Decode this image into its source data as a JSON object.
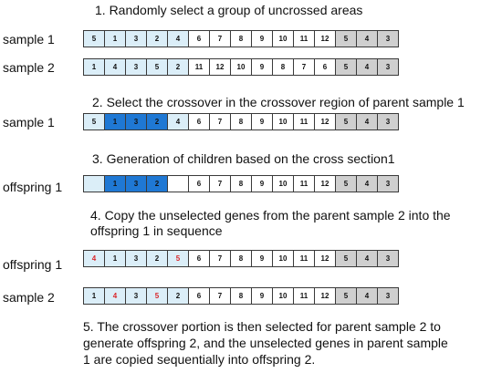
{
  "steps": {
    "s1": "1. Randomly select a group of uncrossed areas",
    "s2": "2. Select the crossover in the crossover region of parent sample 1",
    "s3": "3. Generation of children based on the cross section1",
    "s4": [
      "4. Copy the unselected genes from the parent sample 2 into the",
      "offspring 1 in sequence"
    ],
    "s5": [
      "5. The crossover portion is then selected for parent sample 2 to",
      "generate offspring 2, and the unselected genes in parent sample",
      "1 are copied sequentially into offspring 2."
    ]
  },
  "rows": [
    {
      "label": "sample 1",
      "cells": [
        {
          "v": "5",
          "bg": "light",
          "fg": "black"
        },
        {
          "v": "1",
          "bg": "light",
          "fg": "black"
        },
        {
          "v": "3",
          "bg": "light",
          "fg": "black"
        },
        {
          "v": "2",
          "bg": "light",
          "fg": "black"
        },
        {
          "v": "4",
          "bg": "light",
          "fg": "black"
        },
        {
          "v": "6",
          "bg": "white",
          "fg": "black"
        },
        {
          "v": "7",
          "bg": "white",
          "fg": "black"
        },
        {
          "v": "8",
          "bg": "white",
          "fg": "black"
        },
        {
          "v": "9",
          "bg": "white",
          "fg": "black"
        },
        {
          "v": "10",
          "bg": "white",
          "fg": "black"
        },
        {
          "v": "11",
          "bg": "white",
          "fg": "black"
        },
        {
          "v": "12",
          "bg": "white",
          "fg": "black"
        },
        {
          "v": "5",
          "bg": "gray",
          "fg": "black"
        },
        {
          "v": "4",
          "bg": "gray",
          "fg": "black"
        },
        {
          "v": "3",
          "bg": "gray",
          "fg": "black"
        }
      ]
    },
    {
      "label": "sample 2",
      "cells": [
        {
          "v": "1",
          "bg": "light",
          "fg": "black"
        },
        {
          "v": "4",
          "bg": "light",
          "fg": "black"
        },
        {
          "v": "3",
          "bg": "light",
          "fg": "black"
        },
        {
          "v": "5",
          "bg": "light",
          "fg": "black"
        },
        {
          "v": "2",
          "bg": "light",
          "fg": "black"
        },
        {
          "v": "11",
          "bg": "white",
          "fg": "black"
        },
        {
          "v": "12",
          "bg": "white",
          "fg": "black"
        },
        {
          "v": "10",
          "bg": "white",
          "fg": "black"
        },
        {
          "v": "9",
          "bg": "white",
          "fg": "black"
        },
        {
          "v": "8",
          "bg": "white",
          "fg": "black"
        },
        {
          "v": "7",
          "bg": "white",
          "fg": "black"
        },
        {
          "v": "6",
          "bg": "white",
          "fg": "black"
        },
        {
          "v": "5",
          "bg": "gray",
          "fg": "black"
        },
        {
          "v": "4",
          "bg": "gray",
          "fg": "black"
        },
        {
          "v": "3",
          "bg": "gray",
          "fg": "black"
        }
      ]
    },
    {
      "label": "sample 1",
      "cells": [
        {
          "v": "5",
          "bg": "light",
          "fg": "black"
        },
        {
          "v": "1",
          "bg": "blue",
          "fg": "black"
        },
        {
          "v": "3",
          "bg": "blue",
          "fg": "black"
        },
        {
          "v": "2",
          "bg": "blue",
          "fg": "black"
        },
        {
          "v": "4",
          "bg": "light",
          "fg": "black"
        },
        {
          "v": "6",
          "bg": "white",
          "fg": "black"
        },
        {
          "v": "7",
          "bg": "white",
          "fg": "black"
        },
        {
          "v": "8",
          "bg": "white",
          "fg": "black"
        },
        {
          "v": "9",
          "bg": "white",
          "fg": "black"
        },
        {
          "v": "10",
          "bg": "white",
          "fg": "black"
        },
        {
          "v": "11",
          "bg": "white",
          "fg": "black"
        },
        {
          "v": "12",
          "bg": "white",
          "fg": "black"
        },
        {
          "v": "5",
          "bg": "gray",
          "fg": "black"
        },
        {
          "v": "4",
          "bg": "gray",
          "fg": "black"
        },
        {
          "v": "3",
          "bg": "gray",
          "fg": "black"
        }
      ]
    },
    {
      "label": "offspring 1",
      "cells": [
        {
          "v": "",
          "bg": "light",
          "fg": "black"
        },
        {
          "v": "1",
          "bg": "blue",
          "fg": "black"
        },
        {
          "v": "3",
          "bg": "blue",
          "fg": "black"
        },
        {
          "v": "2",
          "bg": "blue",
          "fg": "black"
        },
        {
          "v": "",
          "bg": "white",
          "fg": "black"
        },
        {
          "v": "6",
          "bg": "white",
          "fg": "black"
        },
        {
          "v": "7",
          "bg": "white",
          "fg": "black"
        },
        {
          "v": "8",
          "bg": "white",
          "fg": "black"
        },
        {
          "v": "9",
          "bg": "white",
          "fg": "black"
        },
        {
          "v": "10",
          "bg": "white",
          "fg": "black"
        },
        {
          "v": "11",
          "bg": "white",
          "fg": "black"
        },
        {
          "v": "12",
          "bg": "white",
          "fg": "black"
        },
        {
          "v": "5",
          "bg": "gray",
          "fg": "black"
        },
        {
          "v": "4",
          "bg": "gray",
          "fg": "black"
        },
        {
          "v": "3",
          "bg": "gray",
          "fg": "black"
        }
      ]
    },
    {
      "label": "offspring 1",
      "cells": [
        {
          "v": "4",
          "bg": "light",
          "fg": "red"
        },
        {
          "v": "1",
          "bg": "light",
          "fg": "black"
        },
        {
          "v": "3",
          "bg": "light",
          "fg": "black"
        },
        {
          "v": "2",
          "bg": "light",
          "fg": "black"
        },
        {
          "v": "5",
          "bg": "light",
          "fg": "red"
        },
        {
          "v": "6",
          "bg": "white",
          "fg": "black"
        },
        {
          "v": "7",
          "bg": "white",
          "fg": "black"
        },
        {
          "v": "8",
          "bg": "white",
          "fg": "black"
        },
        {
          "v": "9",
          "bg": "white",
          "fg": "black"
        },
        {
          "v": "10",
          "bg": "white",
          "fg": "black"
        },
        {
          "v": "11",
          "bg": "white",
          "fg": "black"
        },
        {
          "v": "12",
          "bg": "white",
          "fg": "black"
        },
        {
          "v": "5",
          "bg": "gray",
          "fg": "black"
        },
        {
          "v": "4",
          "bg": "gray",
          "fg": "black"
        },
        {
          "v": "3",
          "bg": "gray",
          "fg": "black"
        }
      ]
    },
    {
      "label": "sample 2",
      "cells": [
        {
          "v": "1",
          "bg": "light",
          "fg": "black"
        },
        {
          "v": "4",
          "bg": "light",
          "fg": "red"
        },
        {
          "v": "3",
          "bg": "light",
          "fg": "black"
        },
        {
          "v": "5",
          "bg": "light",
          "fg": "red"
        },
        {
          "v": "2",
          "bg": "light",
          "fg": "black"
        },
        {
          "v": "6",
          "bg": "white",
          "fg": "black"
        },
        {
          "v": "7",
          "bg": "white",
          "fg": "black"
        },
        {
          "v": "8",
          "bg": "white",
          "fg": "black"
        },
        {
          "v": "9",
          "bg": "white",
          "fg": "black"
        },
        {
          "v": "10",
          "bg": "white",
          "fg": "black"
        },
        {
          "v": "11",
          "bg": "white",
          "fg": "black"
        },
        {
          "v": "12",
          "bg": "white",
          "fg": "black"
        },
        {
          "v": "5",
          "bg": "gray",
          "fg": "black"
        },
        {
          "v": "4",
          "bg": "gray",
          "fg": "black"
        },
        {
          "v": "3",
          "bg": "gray",
          "fg": "black"
        }
      ]
    }
  ]
}
